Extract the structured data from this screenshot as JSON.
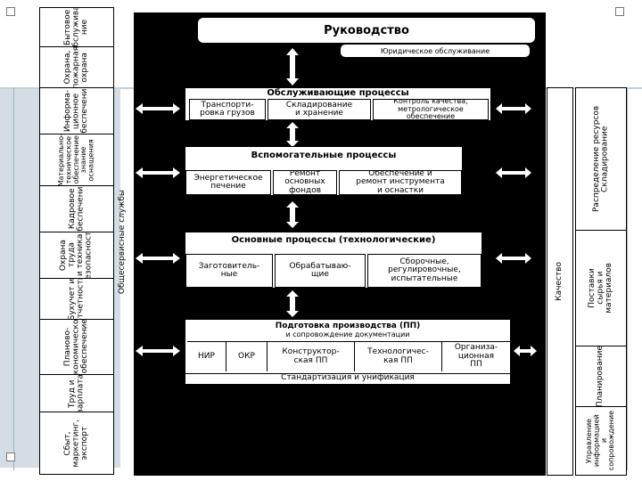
{
  "top": {
    "title": "Руководство",
    "legal": "Юридическое обслуживание"
  },
  "left_column": [
    "Бытовое\nобслужива-\nние",
    "Охрана,\nпожарная\nохрана",
    "Информа-\nционное\nобеспечение",
    "Материально-\nтехническое\nобеспечение\nзнание\nоснащения",
    "Кадровое\nобеспечение",
    "Охрана труда\nи техника\nбезопасности",
    "Бухучет и\nотчетность",
    "Планово-\nэкономическое\nобеспечение",
    "Труд и\nзарплата",
    "Сбыт,\nмаркетинг,\nэкспорт"
  ],
  "left_side_label": "Общесервисные службы",
  "service": {
    "title": "Обслуживающие процессы",
    "items": [
      "Транспорти-\nровка грузов",
      "Складирование\nи хранение",
      "Контроль качества,\nметрологическое\nобеспечение"
    ]
  },
  "auxiliary": {
    "title": "Вспомогательные процессы",
    "items": [
      "Энергетическое\nпечение",
      "Ремонт\nосновных\nфондов",
      "Обеспечение и\nремонт инструмента\nи оснастки"
    ]
  },
  "main": {
    "title": "Основные процессы (технологические)",
    "items": [
      "Заготовитель-\nные",
      "Обрабатываю-\nщие",
      "Сборочные,\nрегулировочные,\nиспытательные"
    ]
  },
  "prep": {
    "title": "Подготовка производства (ПП)",
    "subtitle": "и сопровождение документации",
    "items": [
      "НИР",
      "ОКР",
      "Конструктор-\nская ПП",
      "Технологичес-\nкая ПП",
      "Организа-\nционная\nПП"
    ],
    "footer": "Стандартизация и унификация"
  },
  "right_side_label": "Качество",
  "right_column": [
    "Распределение ресурсов   Складирование",
    "Поставки\nсырья и\nматериалов",
    "Планирование",
    "Управление\nинформацией\nи\nсопровождение"
  ]
}
